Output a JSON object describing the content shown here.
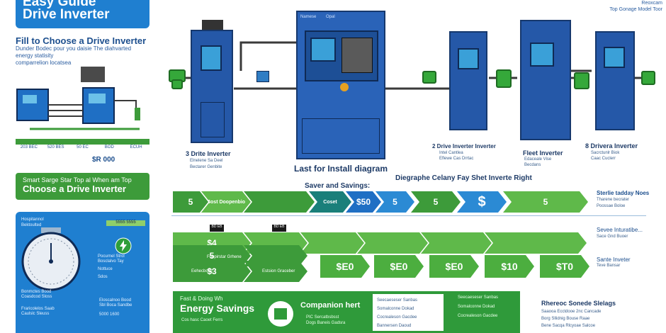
{
  "left": {
    "title_line1": "Easy Guide",
    "title_line2": "Drive Inverter",
    "subtitle": "Fill to Choose a Drive Inverter",
    "desc_lines": [
      "Dunder Bodec pour you daisie The diahvarted",
      "energy statisity",
      "comparrelion locatsea"
    ],
    "cost_row": [
      "203 BEC",
      "520 BES",
      "50 EC",
      "BOD",
      "ECUH"
    ],
    "price_tag": "$R 000",
    "green_banner_small": "Smart Sarge Star Top al When am Top",
    "green_banner_big": "Choose a Drive Inverter",
    "panel_texts": [
      "Hospitannol",
      "Bektoulted",
      "Pocurnel Strol",
      "Bosclalvo Tay",
      "Nottuce",
      "Sdos",
      "Bonmctes Bood",
      "Coasdcod Sloss",
      "Fraricolelos Saab",
      "Caulslc Sleuss",
      "Eloscalnoo Bood",
      "Sbl Boca Sandbe"
    ],
    "panel_tags": [
      "5555 5555",
      "5000 1600"
    ]
  },
  "top_right": {
    "line1": "Reoxcam",
    "line2": "Top Gonage Model Toor"
  },
  "cabinets": {
    "left_label": "3 Drite Inverter",
    "left_sub": [
      "Elnelene Sa Deel",
      "Bectarer Genbite"
    ],
    "center_brand_a": "Namese",
    "center_brand_b": "Opal",
    "center_caption": "Last for Install diagram",
    "mid_label": "2 Drive Inverter Inverter",
    "mid_sub": [
      "Intel Cantlea",
      "Eflewe Cas Drrtac"
    ],
    "right1_label": "Fleet Inverter",
    "right1_sub": [
      "Edaceale Vise",
      "Becdans"
    ],
    "right2_label": "8 Drivera Inverter",
    "right2_sub": [
      "Sacrctunlr Biok",
      "Caac Cuclerr"
    ]
  },
  "middle": {
    "savings_title": "Saver and Savings:",
    "diagram_title": "Diegraphe Celany Fay Shet Inverte Right",
    "row1": [
      "5",
      "Bost Doopenbio",
      "Coset",
      "$50",
      "5",
      "5",
      "$",
      "5"
    ],
    "row1_note": [
      "Sterlie tadday Noes",
      "Tharene becrater",
      "Poossae Boloe"
    ],
    "row2_note": [
      "Sevee Inturatibe...",
      "Sace Gnd Buoer"
    ],
    "row3_note": [
      "Sante Inveter",
      "Teve Bansar"
    ],
    "row2": [
      "$4",
      "5",
      "$3"
    ],
    "row2_badges": [
      "BD EB",
      "BD EB"
    ],
    "prices": [
      "$E0",
      "$E0",
      "$E0",
      "$10",
      "$T0"
    ],
    "row_subs": [
      "Foopirstar Grhene",
      "Eehecbcter",
      "Estsion Graceber"
    ]
  },
  "bottom": {
    "small": "Fast & Doing Wh",
    "big": "Energy Savings",
    "footer": "Cos hasc Caoet Ferrs",
    "comp_title": "Companion hert",
    "comp_lines": [
      "PIC Sercatbsbsst",
      "Dogs Baneis Gadsra"
    ],
    "table_lines": [
      "Seecaeseser Sanbas",
      "Somalconne Dokad",
      "Cocrealeson Gacdee",
      "Bannersen Daoud"
    ],
    "right_title": "Rhereoc Sonede Slelags",
    "right_lines": [
      "Saaooa Ecctdooe 2nc Cancade",
      "Borg Sllidnig Bouse Raae",
      "Bene Sacqa Rlcyoae Salcoe"
    ]
  },
  "colors": {
    "primary_blue": "#1f7fd0",
    "cabinet_blue": "#2558a8",
    "accent_green": "#3d9b3a"
  }
}
